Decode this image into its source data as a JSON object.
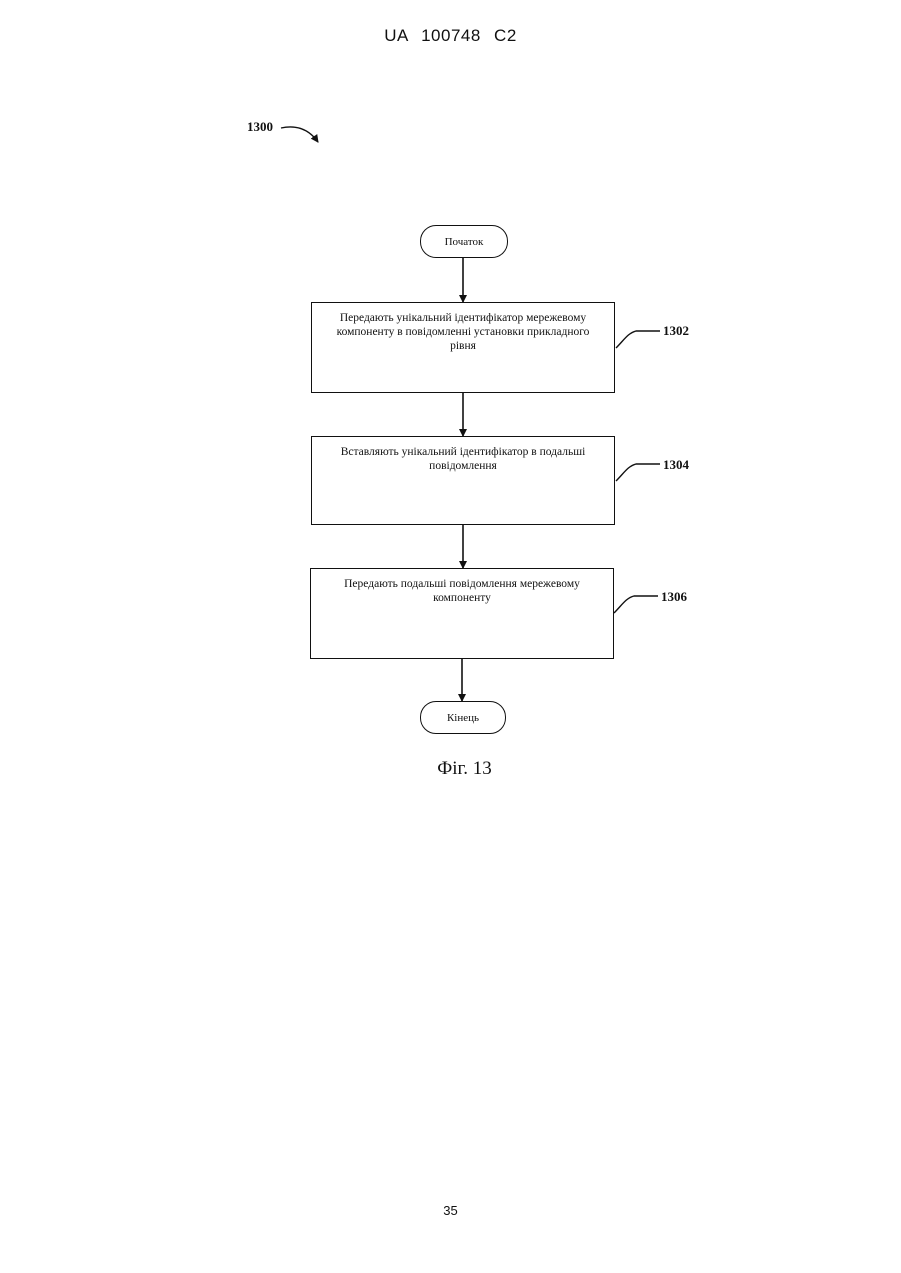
{
  "header": {
    "text": "UA 100748 C2"
  },
  "page_number": "35",
  "diagram": {
    "reference": "1300",
    "start_label": "Початок",
    "end_label": "Кінець",
    "steps": [
      {
        "id": "1302",
        "text": "Передають унікальний ідентифікатор мережевому компоненту в повідомленні установки прикладного рівня"
      },
      {
        "id": "1304",
        "text": "Вставляють унікальний ідентифікатор в подальші повідомлення"
      },
      {
        "id": "1306",
        "text": "Передають подальші повідомлення мережевому компоненту"
      }
    ],
    "caption": "Фіг. 13"
  }
}
